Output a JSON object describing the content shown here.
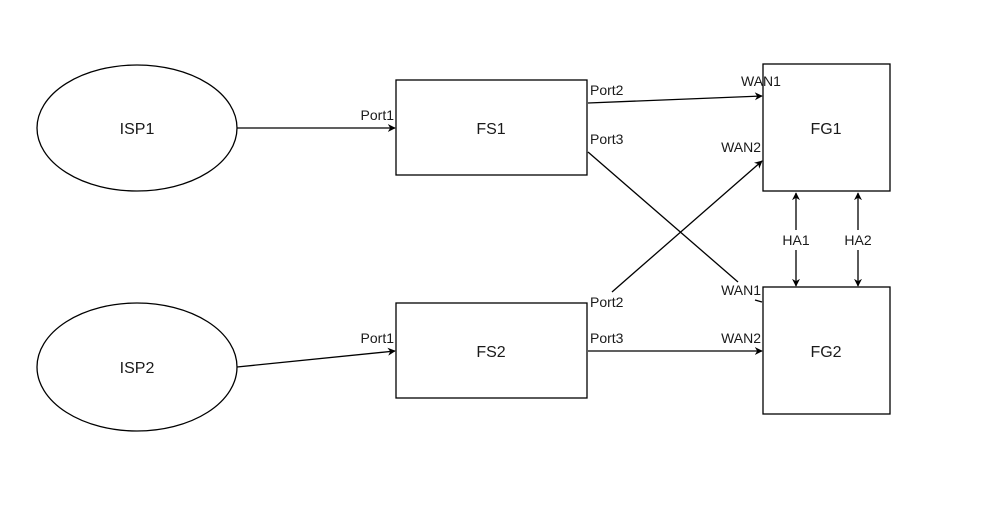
{
  "diagram": {
    "nodes": {
      "isp1": {
        "label": "ISP1",
        "shape": "ellipse"
      },
      "isp2": {
        "label": "ISP2",
        "shape": "ellipse"
      },
      "fs1": {
        "label": "FS1",
        "shape": "rectangle"
      },
      "fs2": {
        "label": "FS2",
        "shape": "rectangle"
      },
      "fg1": {
        "label": "FG1",
        "shape": "rectangle"
      },
      "fg2": {
        "label": "FG2",
        "shape": "rectangle"
      }
    },
    "edges": [
      {
        "id": "isp1-fs1",
        "from": "ISP1",
        "to": "FS1",
        "target_label": "Port1",
        "direction": "forward"
      },
      {
        "id": "isp2-fs2",
        "from": "ISP2",
        "to": "FS2",
        "target_label": "Port1",
        "direction": "forward"
      },
      {
        "id": "fs1-fg1",
        "from": "FS1",
        "to": "FG1",
        "source_label": "Port2",
        "target_label": "WAN1",
        "direction": "forward"
      },
      {
        "id": "fs1-fg2",
        "from": "FS1",
        "to": "FG2",
        "source_label": "Port3",
        "target_label": "WAN1",
        "direction": "forward"
      },
      {
        "id": "fs2-fg1",
        "from": "FS2",
        "to": "FG1",
        "source_label": "Port2",
        "target_label": "WAN2",
        "direction": "forward"
      },
      {
        "id": "fs2-fg2",
        "from": "FS2",
        "to": "FG2",
        "source_label": "Port3",
        "target_label": "WAN2",
        "direction": "forward"
      },
      {
        "id": "ha1",
        "from": "FG1",
        "to": "FG2",
        "label": "HA1",
        "direction": "both"
      },
      {
        "id": "ha2",
        "from": "FG1",
        "to": "FG2",
        "label": "HA2",
        "direction": "both"
      }
    ],
    "labels": {
      "isp1_port1": "Port1",
      "isp2_port1": "Port1",
      "fs1_port2": "Port2",
      "fs1_port3": "Port3",
      "fs2_port2": "Port2",
      "fs2_port3": "Port3",
      "fg1_wan1": "WAN1",
      "fg1_wan2": "WAN2",
      "fg2_wan1": "WAN1",
      "fg2_wan2": "WAN2",
      "ha1": "HA1",
      "ha2": "HA2"
    }
  }
}
